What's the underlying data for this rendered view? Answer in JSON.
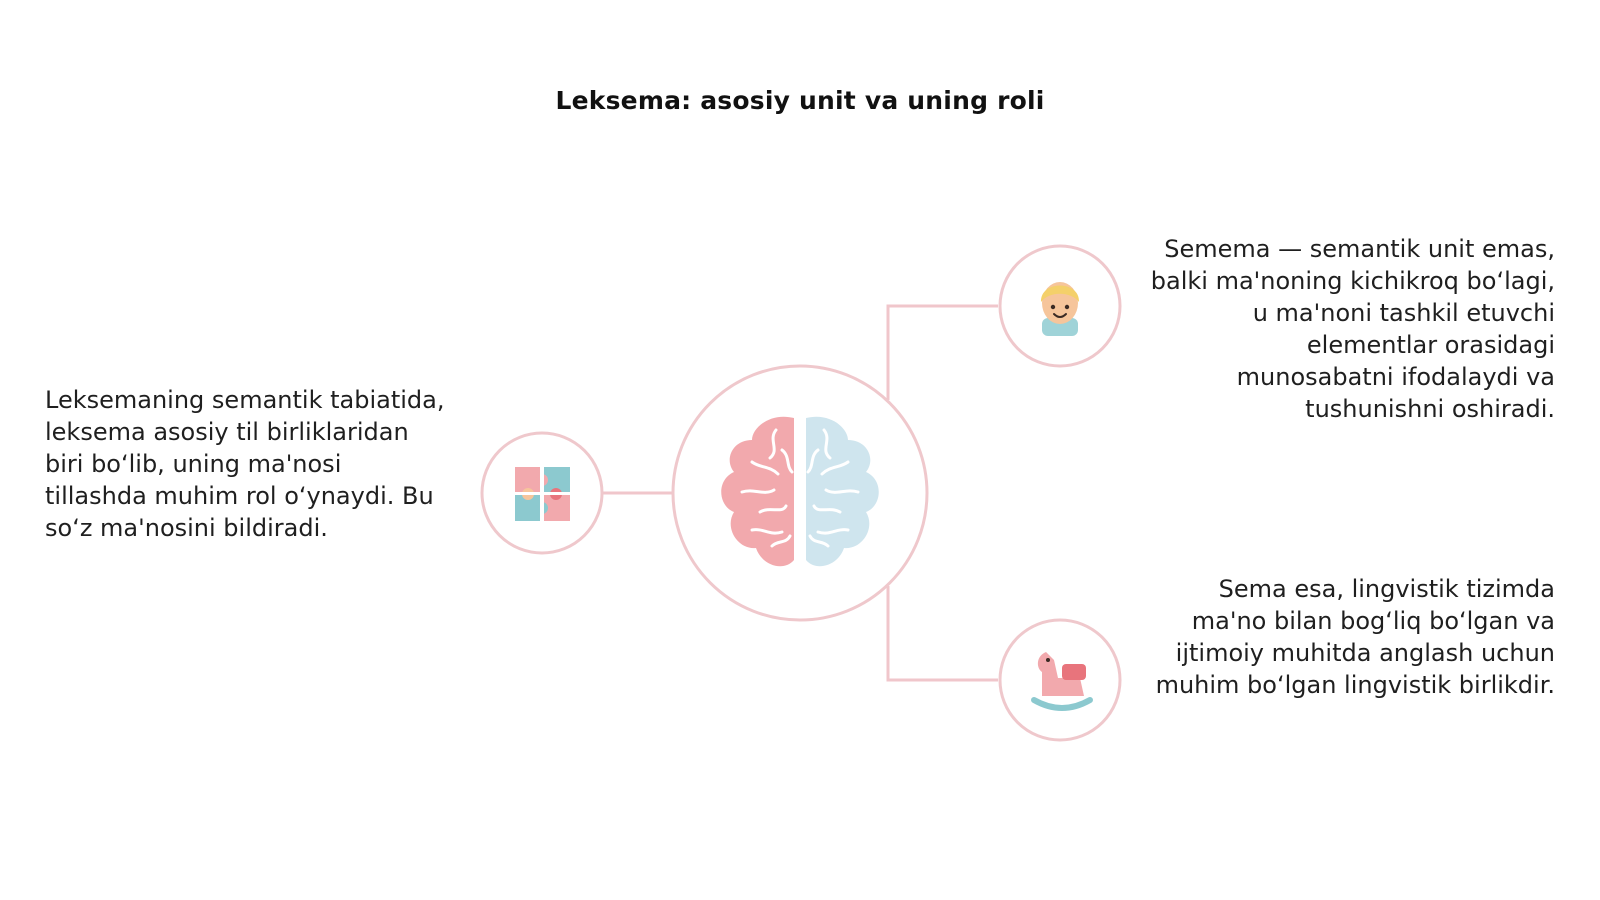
{
  "title": "Leksema: asosiy unit va uning roli",
  "nodes": {
    "center": {
      "icon": "brain-icon"
    },
    "left": {
      "icon": "puzzle-icon",
      "text": "Leksemaning semantik tabiatida, leksema asosiy til birliklaridan biri bo‘lib, uning ma'nosi tillashda muhim rol o‘ynaydi. Bu so‘z ma'nosini bildiradi."
    },
    "top_right": {
      "icon": "child-face-icon",
      "text": "Semema — semantik unit emas, balki ma'noning kichikroq bo‘lagi, u ma'noni tashkil etuvchi elementlar orasidagi munosabatni ifodalaydi va tushunishni oshiradi."
    },
    "bottom_right": {
      "icon": "rocking-horse-icon",
      "text": "Sema esa, lingvistik tizimda ma'no bilan bog‘liq bo‘lgan va ijtimoiy muhitda anglash uchun muhim bo‘lgan lingvistik birlikdir."
    }
  },
  "colors": {
    "outline": "#efc8cc",
    "connector": "#f0c6cb",
    "brain_left": "#f2a9ad",
    "brain_right": "#cfe5ee",
    "text": "#1f1f1f"
  }
}
